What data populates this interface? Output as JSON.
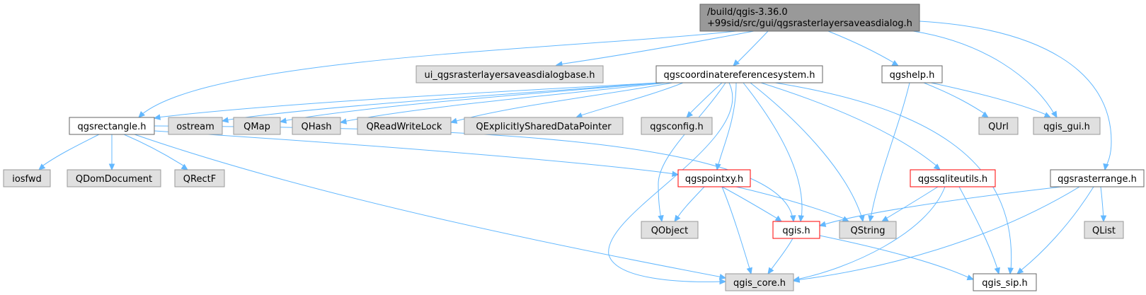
{
  "graph": {
    "root": [
      "/build/qgis-3.36.0",
      "+99sid/src/gui/qgsrasterlayersaveasdialog.h"
    ],
    "nodes": {
      "ui_base": "ui_qgsrasterlayersaveasdialogbase.h",
      "crs": "qgscoordinatereferencesystem.h",
      "help": "qgshelp.h",
      "rect": "qgsrectangle.h",
      "ostream": "ostream",
      "qmap": "QMap",
      "qhash": "QHash",
      "qrwlock": "QReadWriteLock",
      "qexpl": "QExplicitlySharedDataPointer",
      "config": "qgsconfig.h",
      "qurl": "QUrl",
      "gui": "qgis_gui.h",
      "iosfwd": "iosfwd",
      "qdom": "QDomDocument",
      "qrectf": "QRectF",
      "pointxy": "qgspointxy.h",
      "sqlite": "qgssqliteutils.h",
      "range": "qgsrasterrange.h",
      "qobject": "QObject",
      "qgis": "qgis.h",
      "qstring": "QString",
      "qlist": "QList",
      "core": "qgis_core.h",
      "sip": "qgis_sip.h"
    }
  },
  "colors": {
    "edge": "#63b8ff",
    "root_fill": "#999999",
    "root_border": "#666666",
    "documented_fill": "#ffffff",
    "documented_border": "#666666",
    "undocumented_fill": "#e0e0e0",
    "undocumented_border": "#999999",
    "truncated_border": "#ff0000"
  }
}
